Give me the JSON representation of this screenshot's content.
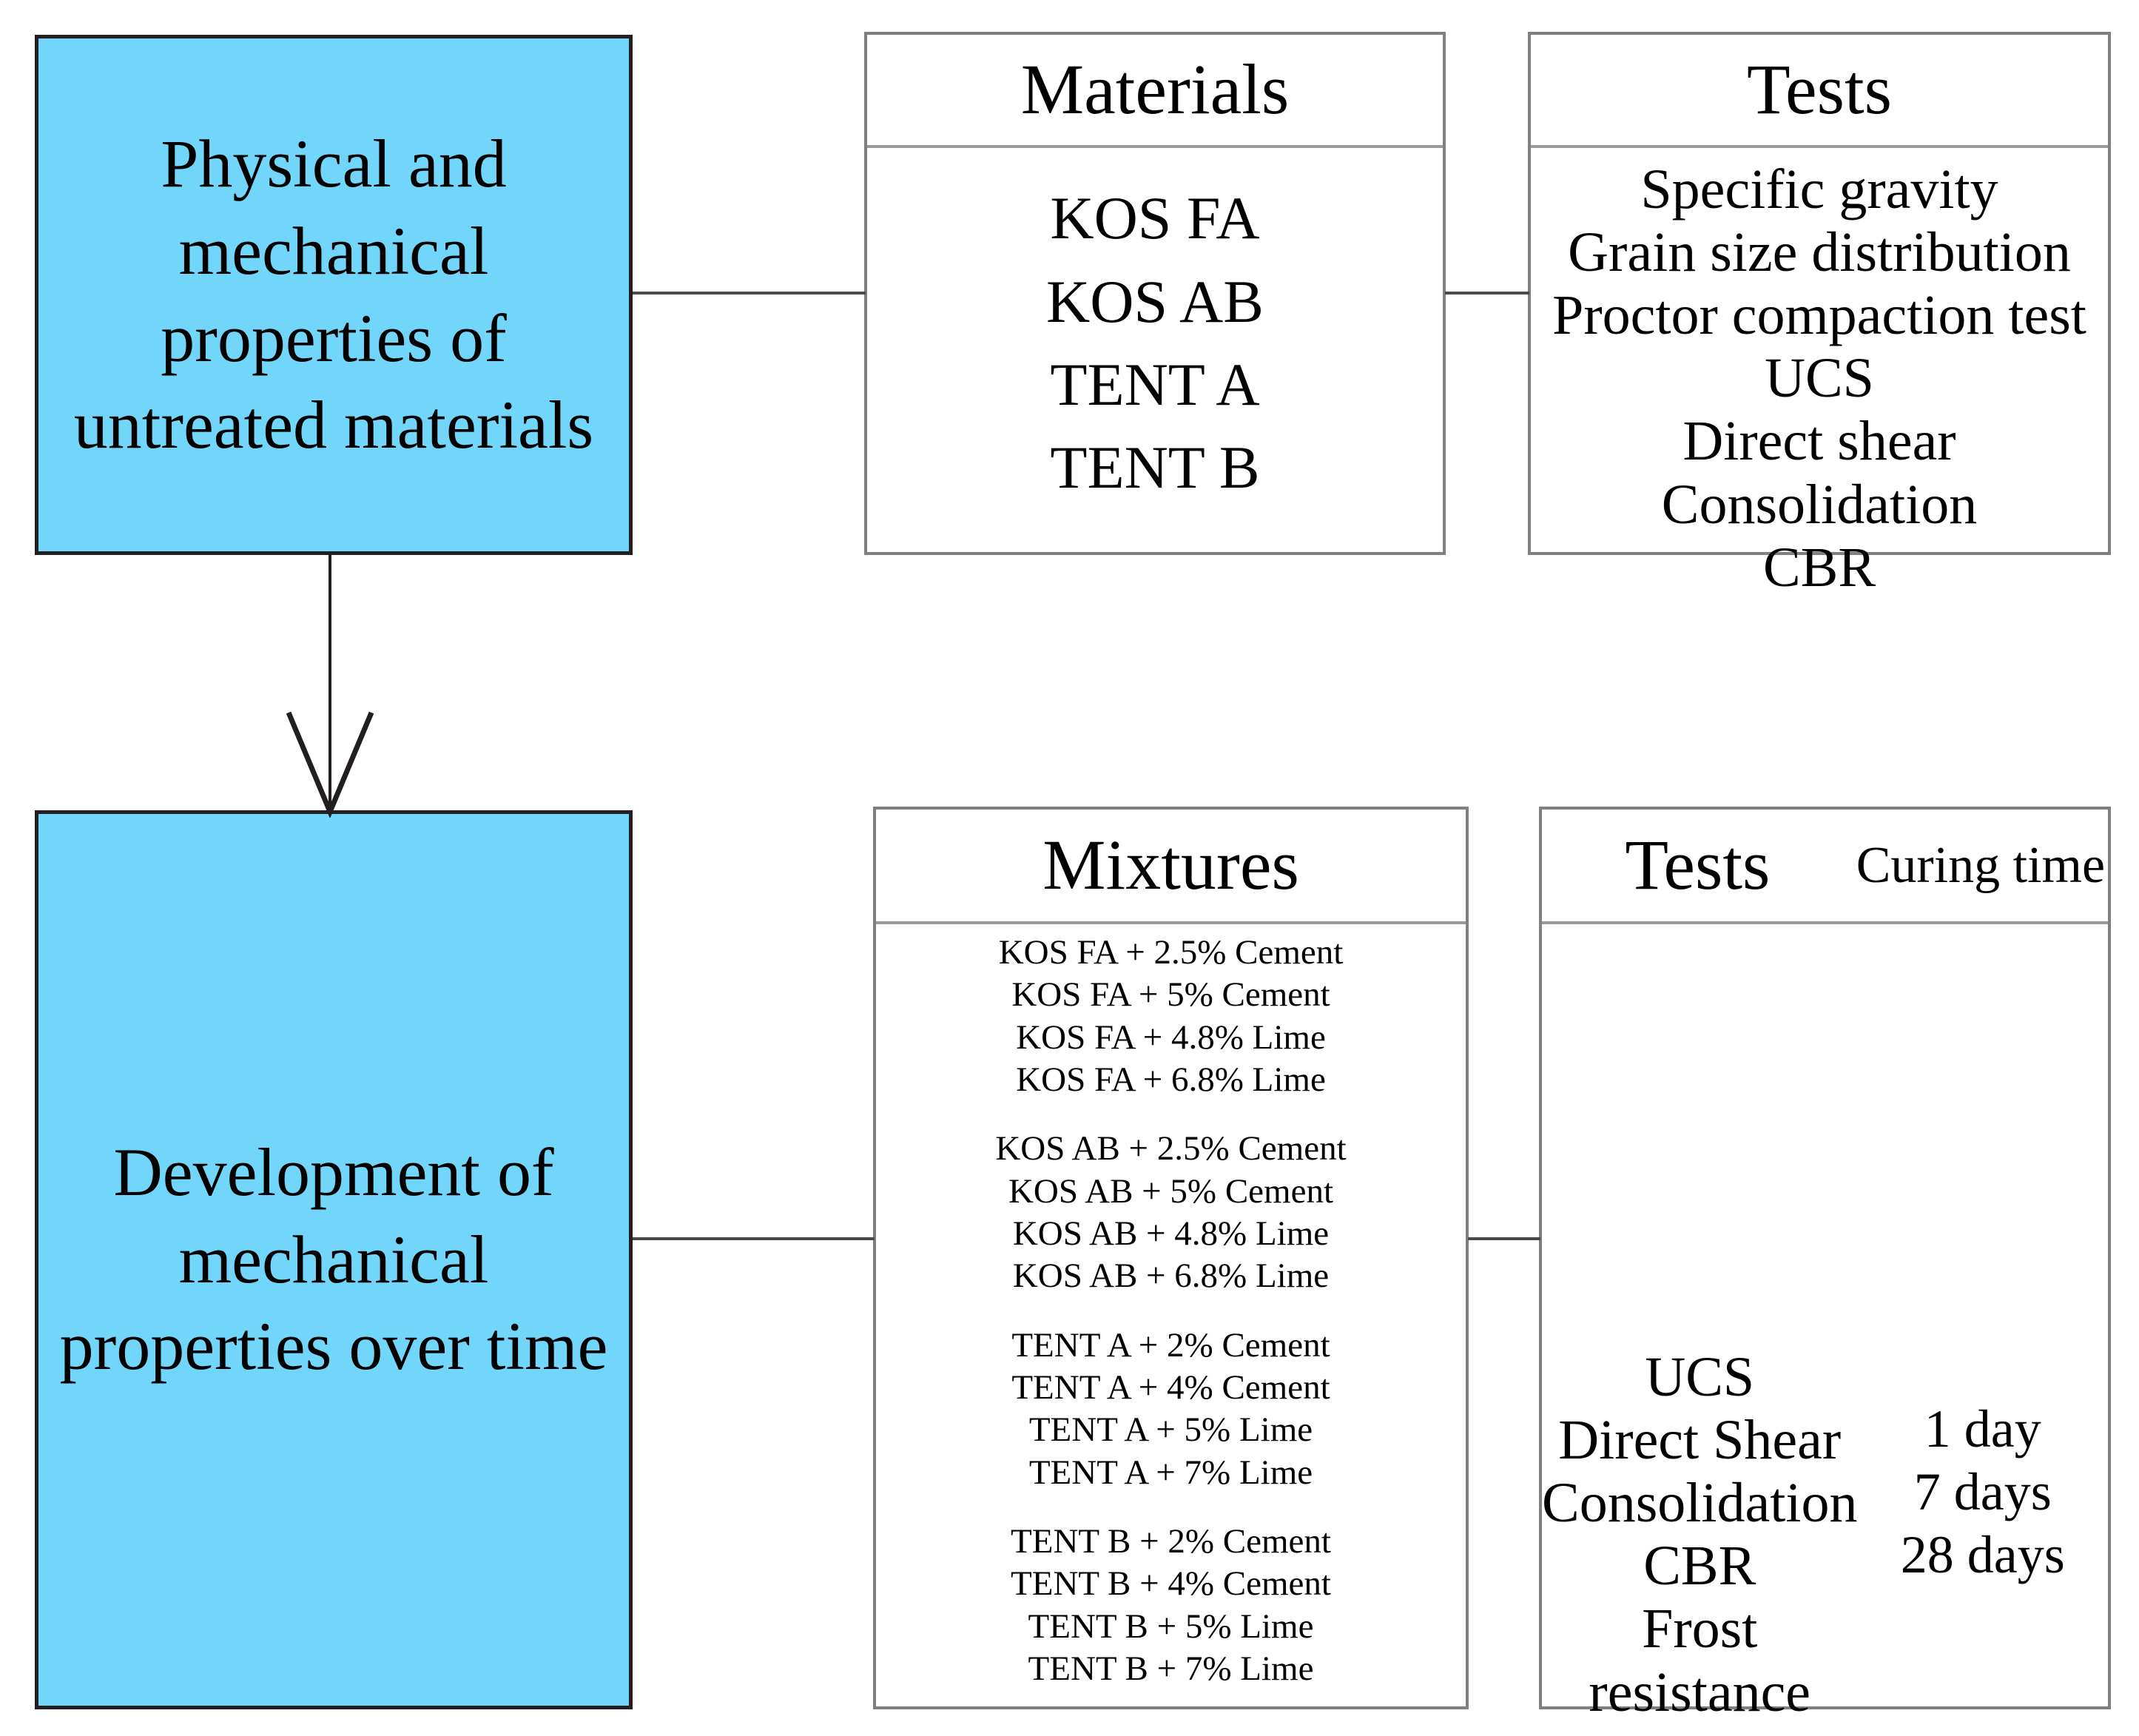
{
  "diagram": {
    "title": "Research program flowchart",
    "accent_color": "#72D6FA",
    "border_color": "#231f20",
    "panel_border_color": "#808080"
  },
  "stage_one": {
    "blue_box_label": "Physical and mechanical properties of untreated materials",
    "materials": {
      "header": "Materials",
      "items": [
        "KOS FA",
        "KOS AB",
        "TENT A",
        "TENT B"
      ]
    },
    "tests": {
      "header": "Tests",
      "items": [
        "Specific gravity",
        "Grain size distribution",
        "Proctor compaction test",
        "UCS",
        "Direct shear",
        "Consolidation",
        "CBR"
      ]
    }
  },
  "stage_two": {
    "blue_box_label": "Development of mechanical properties over time",
    "mixtures": {
      "header": "Mixtures",
      "groups": [
        [
          "KOS FA + 2.5% Cement",
          "KOS FA + 5% Cement",
          "KOS FA + 4.8% Lime",
          "KOS FA + 6.8% Lime"
        ],
        [
          "KOS AB + 2.5% Cement",
          "KOS AB + 5% Cement",
          "KOS AB + 4.8% Lime",
          "KOS AB + 6.8% Lime"
        ],
        [
          "TENT A + 2% Cement",
          "TENT A + 4% Cement",
          "TENT A + 5% Lime",
          "TENT A + 7% Lime"
        ],
        [
          "TENT B + 2% Cement",
          "TENT B + 4% Cement",
          "TENT B + 5% Lime",
          "TENT B + 7% Lime"
        ]
      ]
    },
    "tests": {
      "header": "Tests",
      "items": [
        "UCS",
        "Direct Shear",
        "Consolidation",
        "CBR",
        "Frost resistance"
      ]
    },
    "curing": {
      "header": "Curing time",
      "items": [
        "1 day",
        "7 days",
        "28 days"
      ]
    }
  },
  "connectors": {
    "arrow_icon": "arrow-down-icon"
  }
}
